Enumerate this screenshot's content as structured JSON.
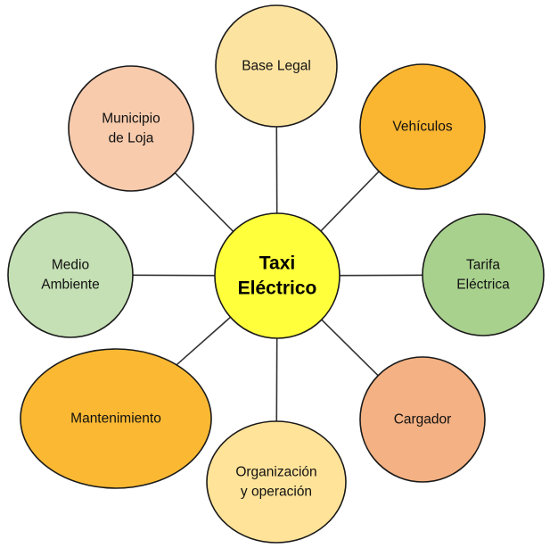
{
  "hub": {
    "lines": [
      "Taxi",
      "Eléctrico"
    ],
    "color": "#FFFF3C"
  },
  "nodes": [
    {
      "id": "base-legal",
      "lines": [
        "Base Legal"
      ],
      "color": "#FDE3A0"
    },
    {
      "id": "vehiculos",
      "lines": [
        "Vehículos"
      ],
      "color": "#FBB631"
    },
    {
      "id": "tarifa-electrica",
      "lines": [
        "Tarifa",
        "Eléctrica"
      ],
      "color": "#A9D18E"
    },
    {
      "id": "cargador",
      "lines": [
        "Cargador"
      ],
      "color": "#F4B183"
    },
    {
      "id": "organizacion-operacion",
      "lines": [
        "Organización",
        "y operación"
      ],
      "color": "#FFE399"
    },
    {
      "id": "mantenimiento",
      "lines": [
        "Mantenimiento"
      ],
      "color": "#FBB933"
    },
    {
      "id": "medio-ambiente",
      "lines": [
        "Medio",
        "Ambiente"
      ],
      "color": "#C5E0B4"
    },
    {
      "id": "municipio-de-loja",
      "lines": [
        "Municipio",
        "de Loja"
      ],
      "color": "#F8CBAD"
    }
  ]
}
